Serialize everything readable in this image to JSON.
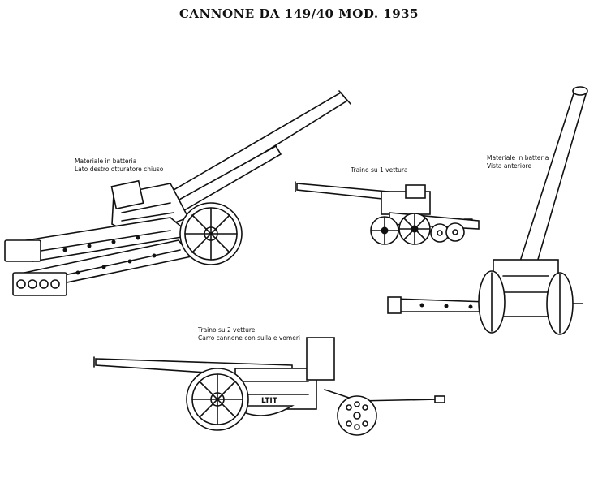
{
  "title": "CANNONE DA 149/40 MOD. 1935",
  "captions": {
    "battery_side": {
      "line1": "Materiale in batteria",
      "line2": "Lato destro   otturatore chiuso"
    },
    "tow_one": {
      "line1": "Traino su 1 vettura"
    },
    "battery_front": {
      "line1": "Materiale in batteria",
      "line2": "Vista anteriore"
    },
    "tow_two": {
      "line1": "Traino su 2 vetture",
      "line2": "Carro cannone con sulla e vomeri"
    }
  },
  "carriage_marking": "LTIT"
}
